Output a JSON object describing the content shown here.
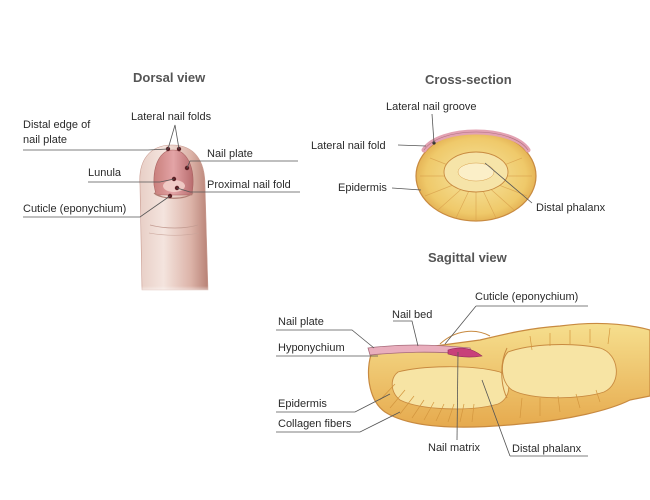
{
  "dorsal": {
    "title": "Dorsal view",
    "labels": {
      "distal_edge_line1": "Distal edge of",
      "distal_edge_line2": "nail plate",
      "lateral_nail_folds": "Lateral nail folds",
      "nail_plate": "Nail plate",
      "lunula": "Lunula",
      "proximal_nail_fold": "Proximal nail fold",
      "cuticle": "Cuticle (eponychium)"
    }
  },
  "cross_section": {
    "title": "Cross-section",
    "labels": {
      "lateral_nail_groove": "Lateral nail groove",
      "lateral_nail_fold": "Lateral nail fold",
      "epidermis": "Epidermis",
      "distal_phalanx": "Distal phalanx"
    }
  },
  "sagittal": {
    "title": "Sagittal view",
    "labels": {
      "cuticle": "Cuticle (eponychium)",
      "nail_plate": "Nail plate",
      "nail_bed": "Nail bed",
      "hyponychium": "Hyponychium",
      "epidermis": "Epidermis",
      "collagen_fibers": "Collagen fibers",
      "nail_matrix": "Nail matrix",
      "distal_phalanx": "Distal phalanx"
    }
  },
  "colors": {
    "skin_light": "#f1ddd6",
    "skin_mid": "#d9aea3",
    "skin_dark": "#b98579",
    "tissue_yellow": "#f3d77c",
    "tissue_orange": "#e4a54a",
    "nail_pink": "#e7a5b4",
    "matrix_magenta": "#c8407a",
    "outline": "#c88a40"
  }
}
